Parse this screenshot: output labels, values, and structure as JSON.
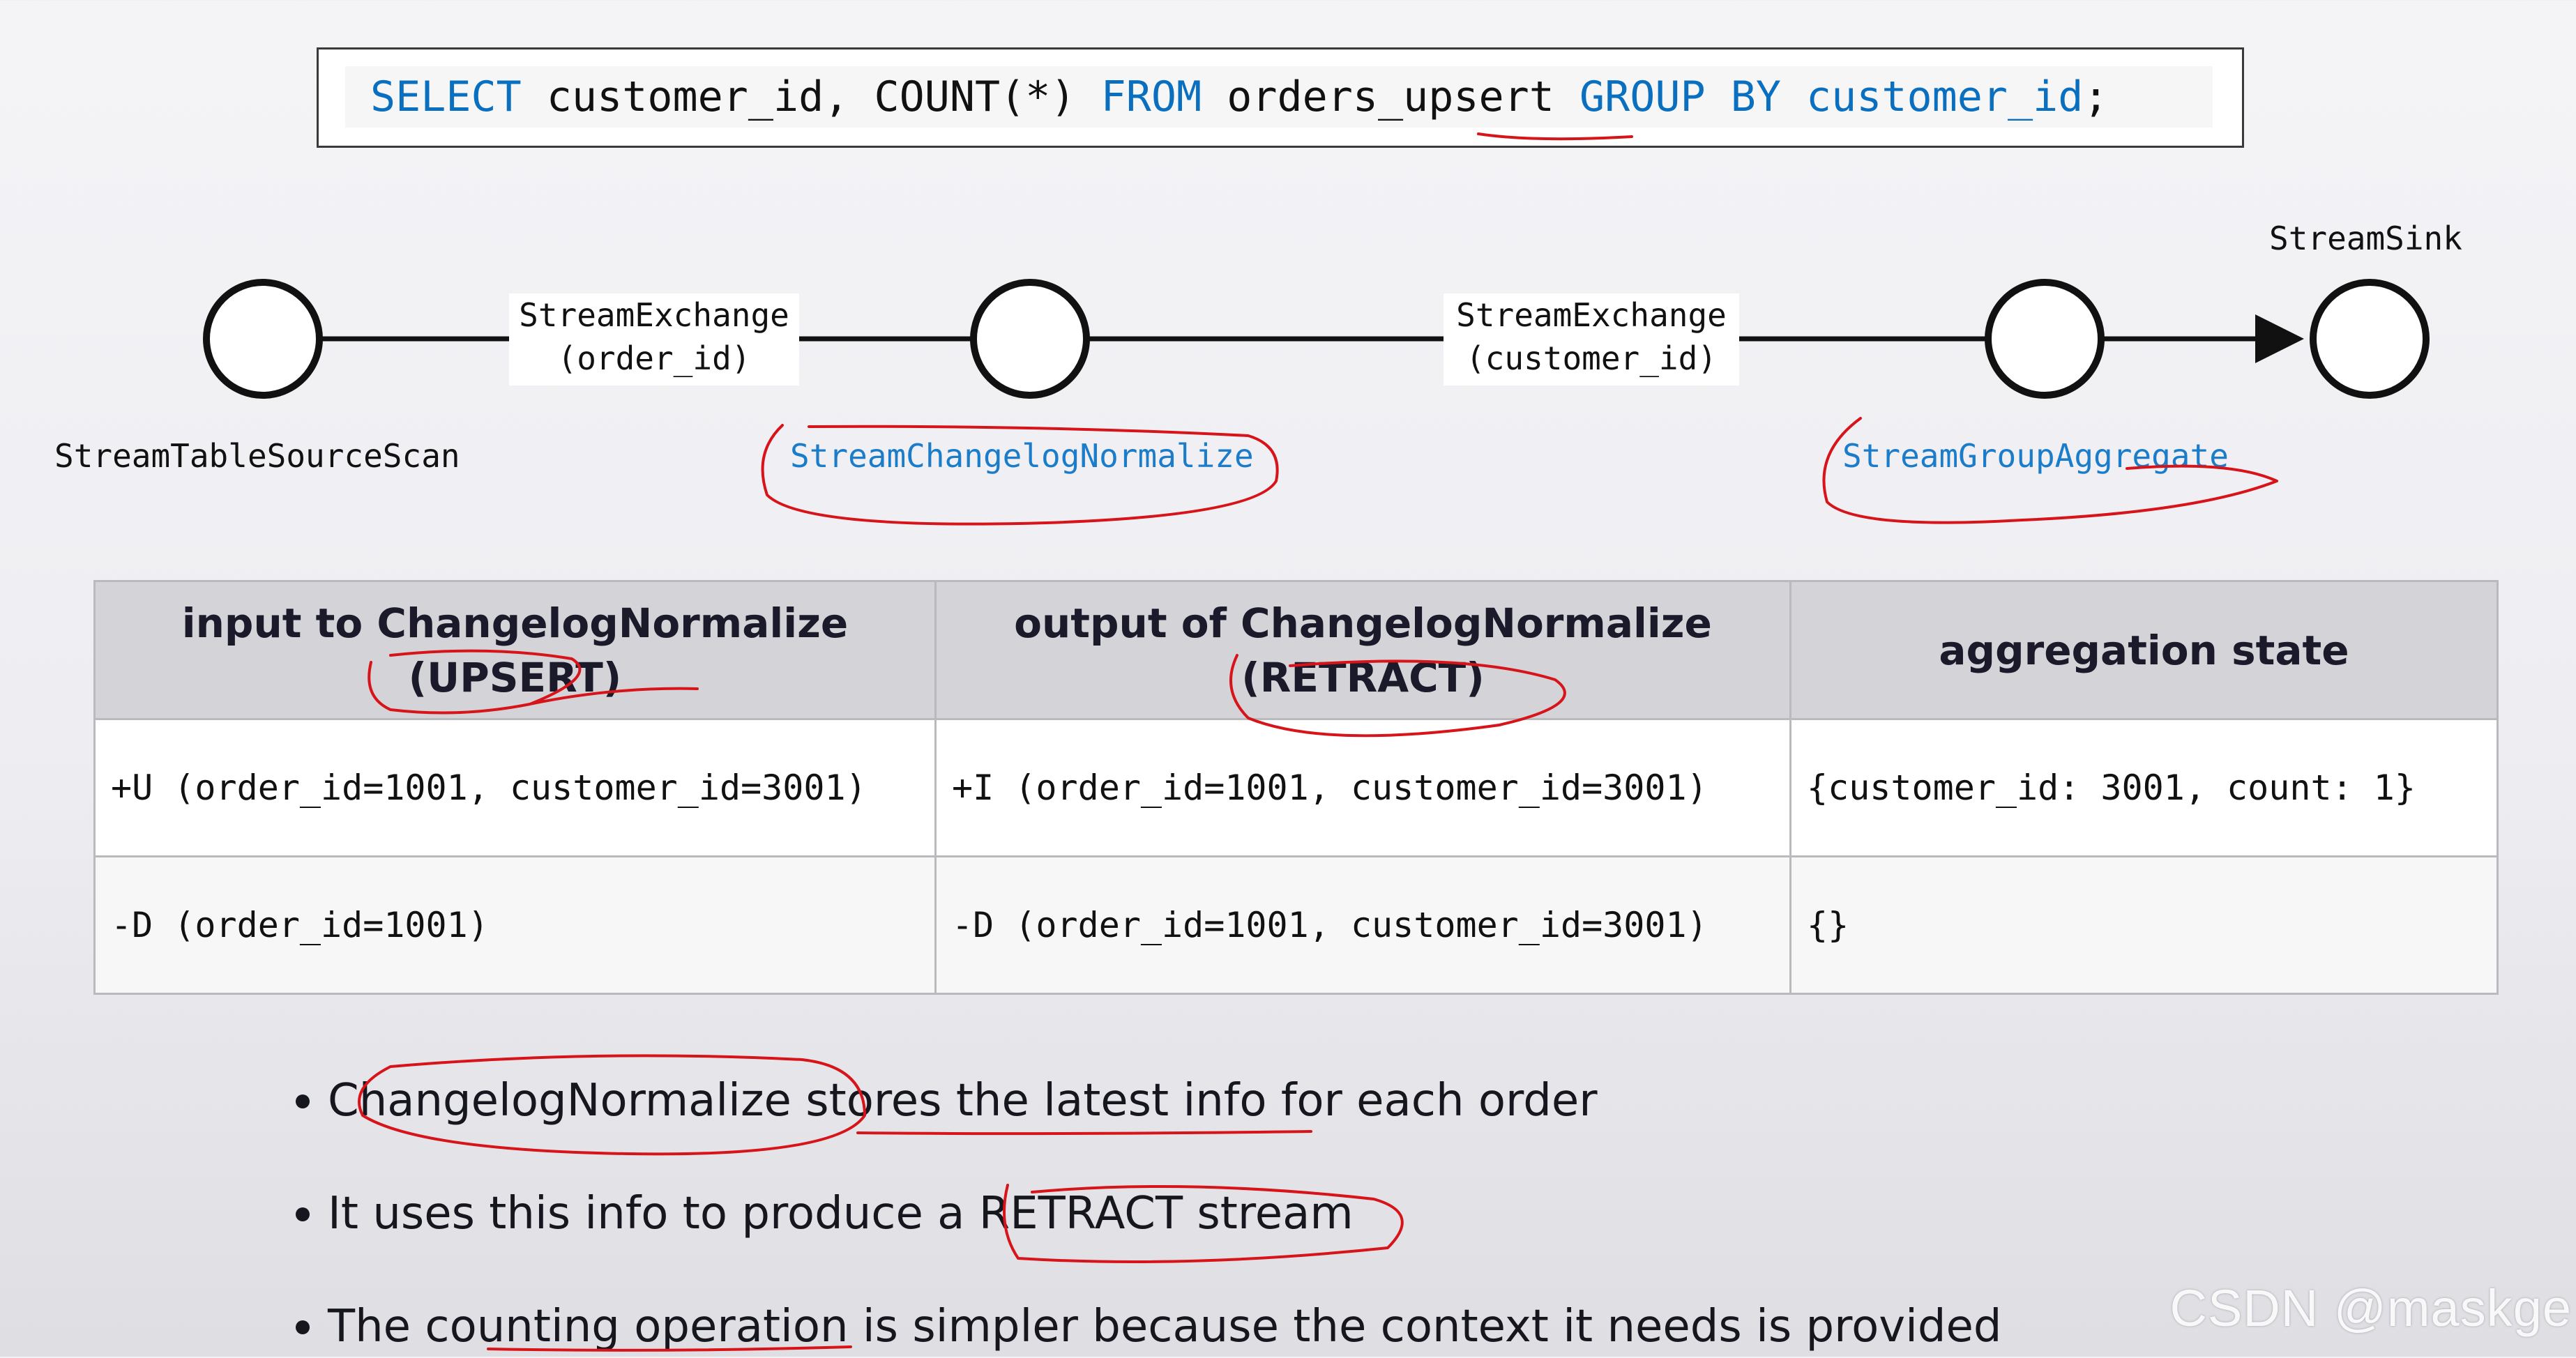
{
  "sql": {
    "kw_select": "SELECT",
    "part_cols": " customer_id, COUNT(*) ",
    "kw_from": "FROM",
    "part_table": " orders_upsert ",
    "kw_group_by": "GROUP BY",
    "part_group_col": " customer_id",
    "part_end": ";"
  },
  "pipeline": {
    "source_label": "StreamTableSourceScan",
    "exchange1_label": "StreamExchange\n(order_id)",
    "normalize_label": "StreamChangelogNormalize",
    "exchange2_label": "StreamExchange\n(customer_id)",
    "aggregate_label": "StreamGroupAggregate",
    "sink_label": "StreamSink"
  },
  "table": {
    "headers": [
      [
        "input to ChangelogNormalize",
        "(UPSERT)"
      ],
      [
        "output of ChangelogNormalize",
        "(RETRACT)"
      ],
      [
        "aggregation state"
      ]
    ],
    "rows": [
      [
        "+U (order_id=1001, customer_id=3001)",
        "+I (order_id=1001, customer_id=3001)",
        "{customer_id: 3001, count: 1}"
      ],
      [
        "-D (order_id=1001)",
        "-D (order_id=1001, customer_id=3001)",
        "{}"
      ]
    ]
  },
  "bullets": [
    "ChangelogNormalize stores the latest info for each order",
    "It uses this info to produce a RETRACT stream",
    "The counting operation is simpler because the context it needs is provided"
  ],
  "watermark": "CSDN @maskge",
  "colors": {
    "keyword_blue": "#0b6fbf",
    "operator_blue": "#1b7cc9",
    "annotation_red": "#d6141a",
    "header_gray": "#d4d4d8"
  }
}
